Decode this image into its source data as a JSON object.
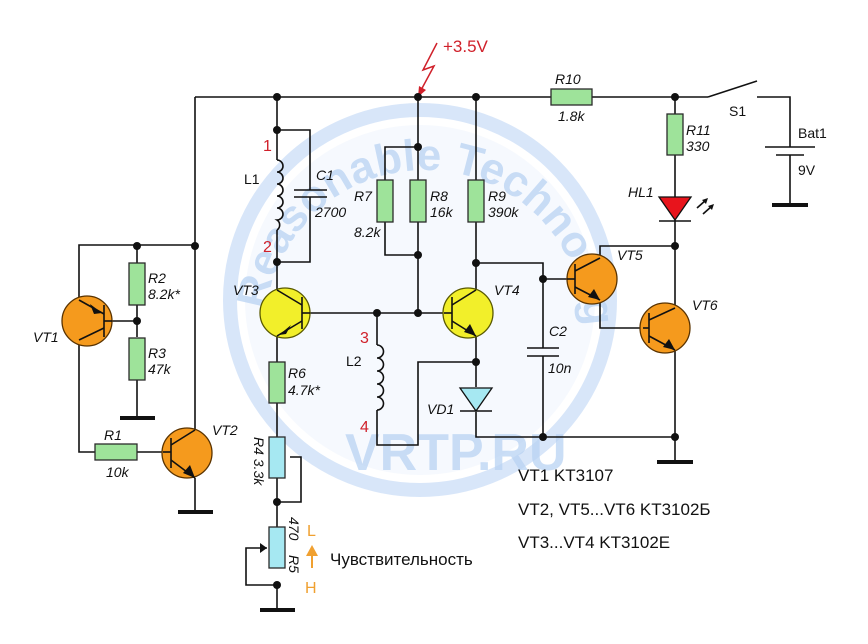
{
  "diagram": {
    "type": "electronic-schematic",
    "watermark": {
      "arc_text": "Reasonable Technologies",
      "site": "VRTP.RU",
      "color": "#b9d3f3"
    },
    "supply_tap": {
      "label": "+3.5V",
      "color": "#d0202a"
    },
    "components": {
      "VT1": {
        "name": "VT1",
        "kind": "pnp-transistor",
        "color": "#f59a1d"
      },
      "VT2": {
        "name": "VT2",
        "kind": "npn-transistor",
        "color": "#f59a1d"
      },
      "VT3": {
        "name": "VT3",
        "kind": "npn-transistor",
        "color": "#f2ef2a"
      },
      "VT4": {
        "name": "VT4",
        "kind": "npn-transistor",
        "color": "#f2ef2a"
      },
      "VT5": {
        "name": "VT5",
        "kind": "npn-transistor",
        "color": "#f59a1d"
      },
      "VT6": {
        "name": "VT6",
        "kind": "npn-transistor",
        "color": "#f59a1d"
      },
      "R1": {
        "name": "R1",
        "value": "10k"
      },
      "R2": {
        "name": "R2",
        "value": "8.2k*"
      },
      "R3": {
        "name": "R3",
        "value": "47k"
      },
      "R4": {
        "name": "R4",
        "value": "3.3k",
        "label": "R4 3.3k"
      },
      "R5": {
        "name": "R5",
        "value": "470"
      },
      "R6": {
        "name": "R6",
        "value": "4.7k*"
      },
      "R7": {
        "name": "R7",
        "value": "8.2k"
      },
      "R8": {
        "name": "R8",
        "value": "16k"
      },
      "R9": {
        "name": "R9",
        "value": "390k"
      },
      "R10": {
        "name": "R10",
        "value": "1.8k"
      },
      "R11": {
        "name": "R11",
        "value": "330"
      },
      "C1": {
        "name": "C1",
        "value": "2700"
      },
      "C2": {
        "name": "C2",
        "value": "10n"
      },
      "L1": {
        "name": "L1",
        "pins": [
          "1",
          "2"
        ]
      },
      "L2": {
        "name": "L2",
        "pins": [
          "3",
          "4"
        ]
      },
      "VD1": {
        "name": "VD1",
        "color": "#a6e8f2"
      },
      "HL1": {
        "name": "HL1",
        "color": "#e8141c"
      },
      "S1": {
        "name": "S1"
      },
      "Bat1": {
        "name": "Bat1",
        "value": "9V"
      }
    },
    "sensitivity": {
      "label": "Чувствительность",
      "low": "L",
      "high": "H",
      "color": "#f0a030"
    },
    "notes": [
      "VT1 KT3107",
      "VT2, VT5...VT6 KT3102Б",
      "VT3...VT4 KT3102E"
    ]
  }
}
